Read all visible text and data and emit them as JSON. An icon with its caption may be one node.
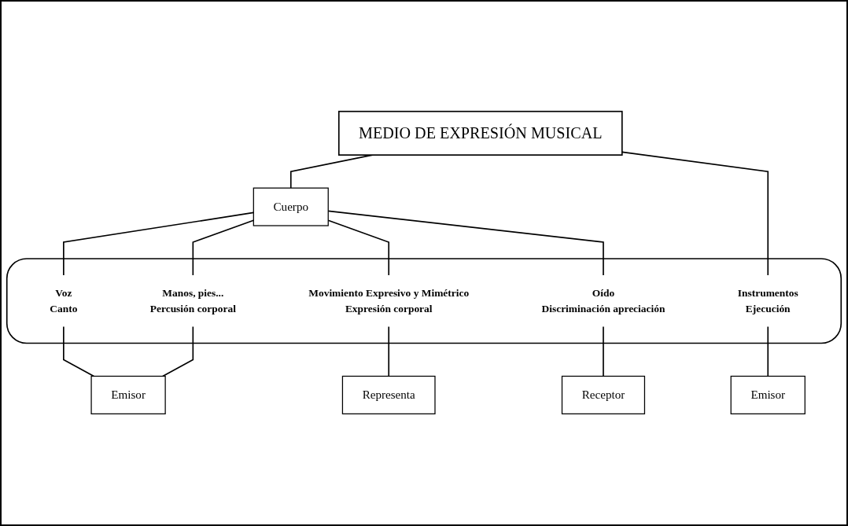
{
  "diagram": {
    "nodes": [
      {
        "text": [
          "MEDIO DE EXPRESIÓN MUSICAL"
        ]
      },
      {
        "text": [
          "Cuerpo"
        ]
      },
      {
        "text": [],
        "shape": "box"
      },
      {
        "text": [
          "Voz",
          "Canto"
        ],
        "in": 2
      },
      {
        "text": [
          "Manos, pies...",
          "Percusión corporal"
        ],
        "in": 2
      },
      {
        "text": [
          "Movimiento Expresivo y Mimétrico",
          "Expresión corporal"
        ],
        "in": 2
      },
      {
        "text": [
          "Oído",
          "Discriminación apreciación"
        ],
        "in": 2
      },
      {
        "text": [
          "Instrumentos",
          "Ejecución"
        ],
        "in": 2
      },
      {
        "text": [
          "Emisor"
        ]
      },
      {
        "text": [
          "Representa"
        ]
      },
      {
        "text": [
          "Receptor"
        ]
      },
      {
        "text": [
          "Emisor"
        ]
      }
    ],
    "edges": [
      {
        "from": 0,
        "to": 1,
        "arrow": "none"
      },
      {
        "from": 1,
        "to": 3,
        "arrow": "none"
      },
      {
        "from": 1,
        "to": 4,
        "arrow": "none"
      },
      {
        "from": 1,
        "to": 5,
        "arrow": "none"
      },
      {
        "from": 1,
        "to": 6,
        "arrow": "none"
      },
      {
        "from": 0,
        "to": 7,
        "arrow": "none"
      },
      {
        "from": 3,
        "to": 8,
        "arrow": "none"
      },
      {
        "from": 4,
        "to": 8,
        "arrow": "none"
      },
      {
        "from": 5,
        "to": 9,
        "arrow": "none"
      },
      {
        "from": 6,
        "to": 10,
        "arrow": "none"
      },
      {
        "from": 7,
        "to": 11,
        "arrow": "none"
      }
    ]
  }
}
